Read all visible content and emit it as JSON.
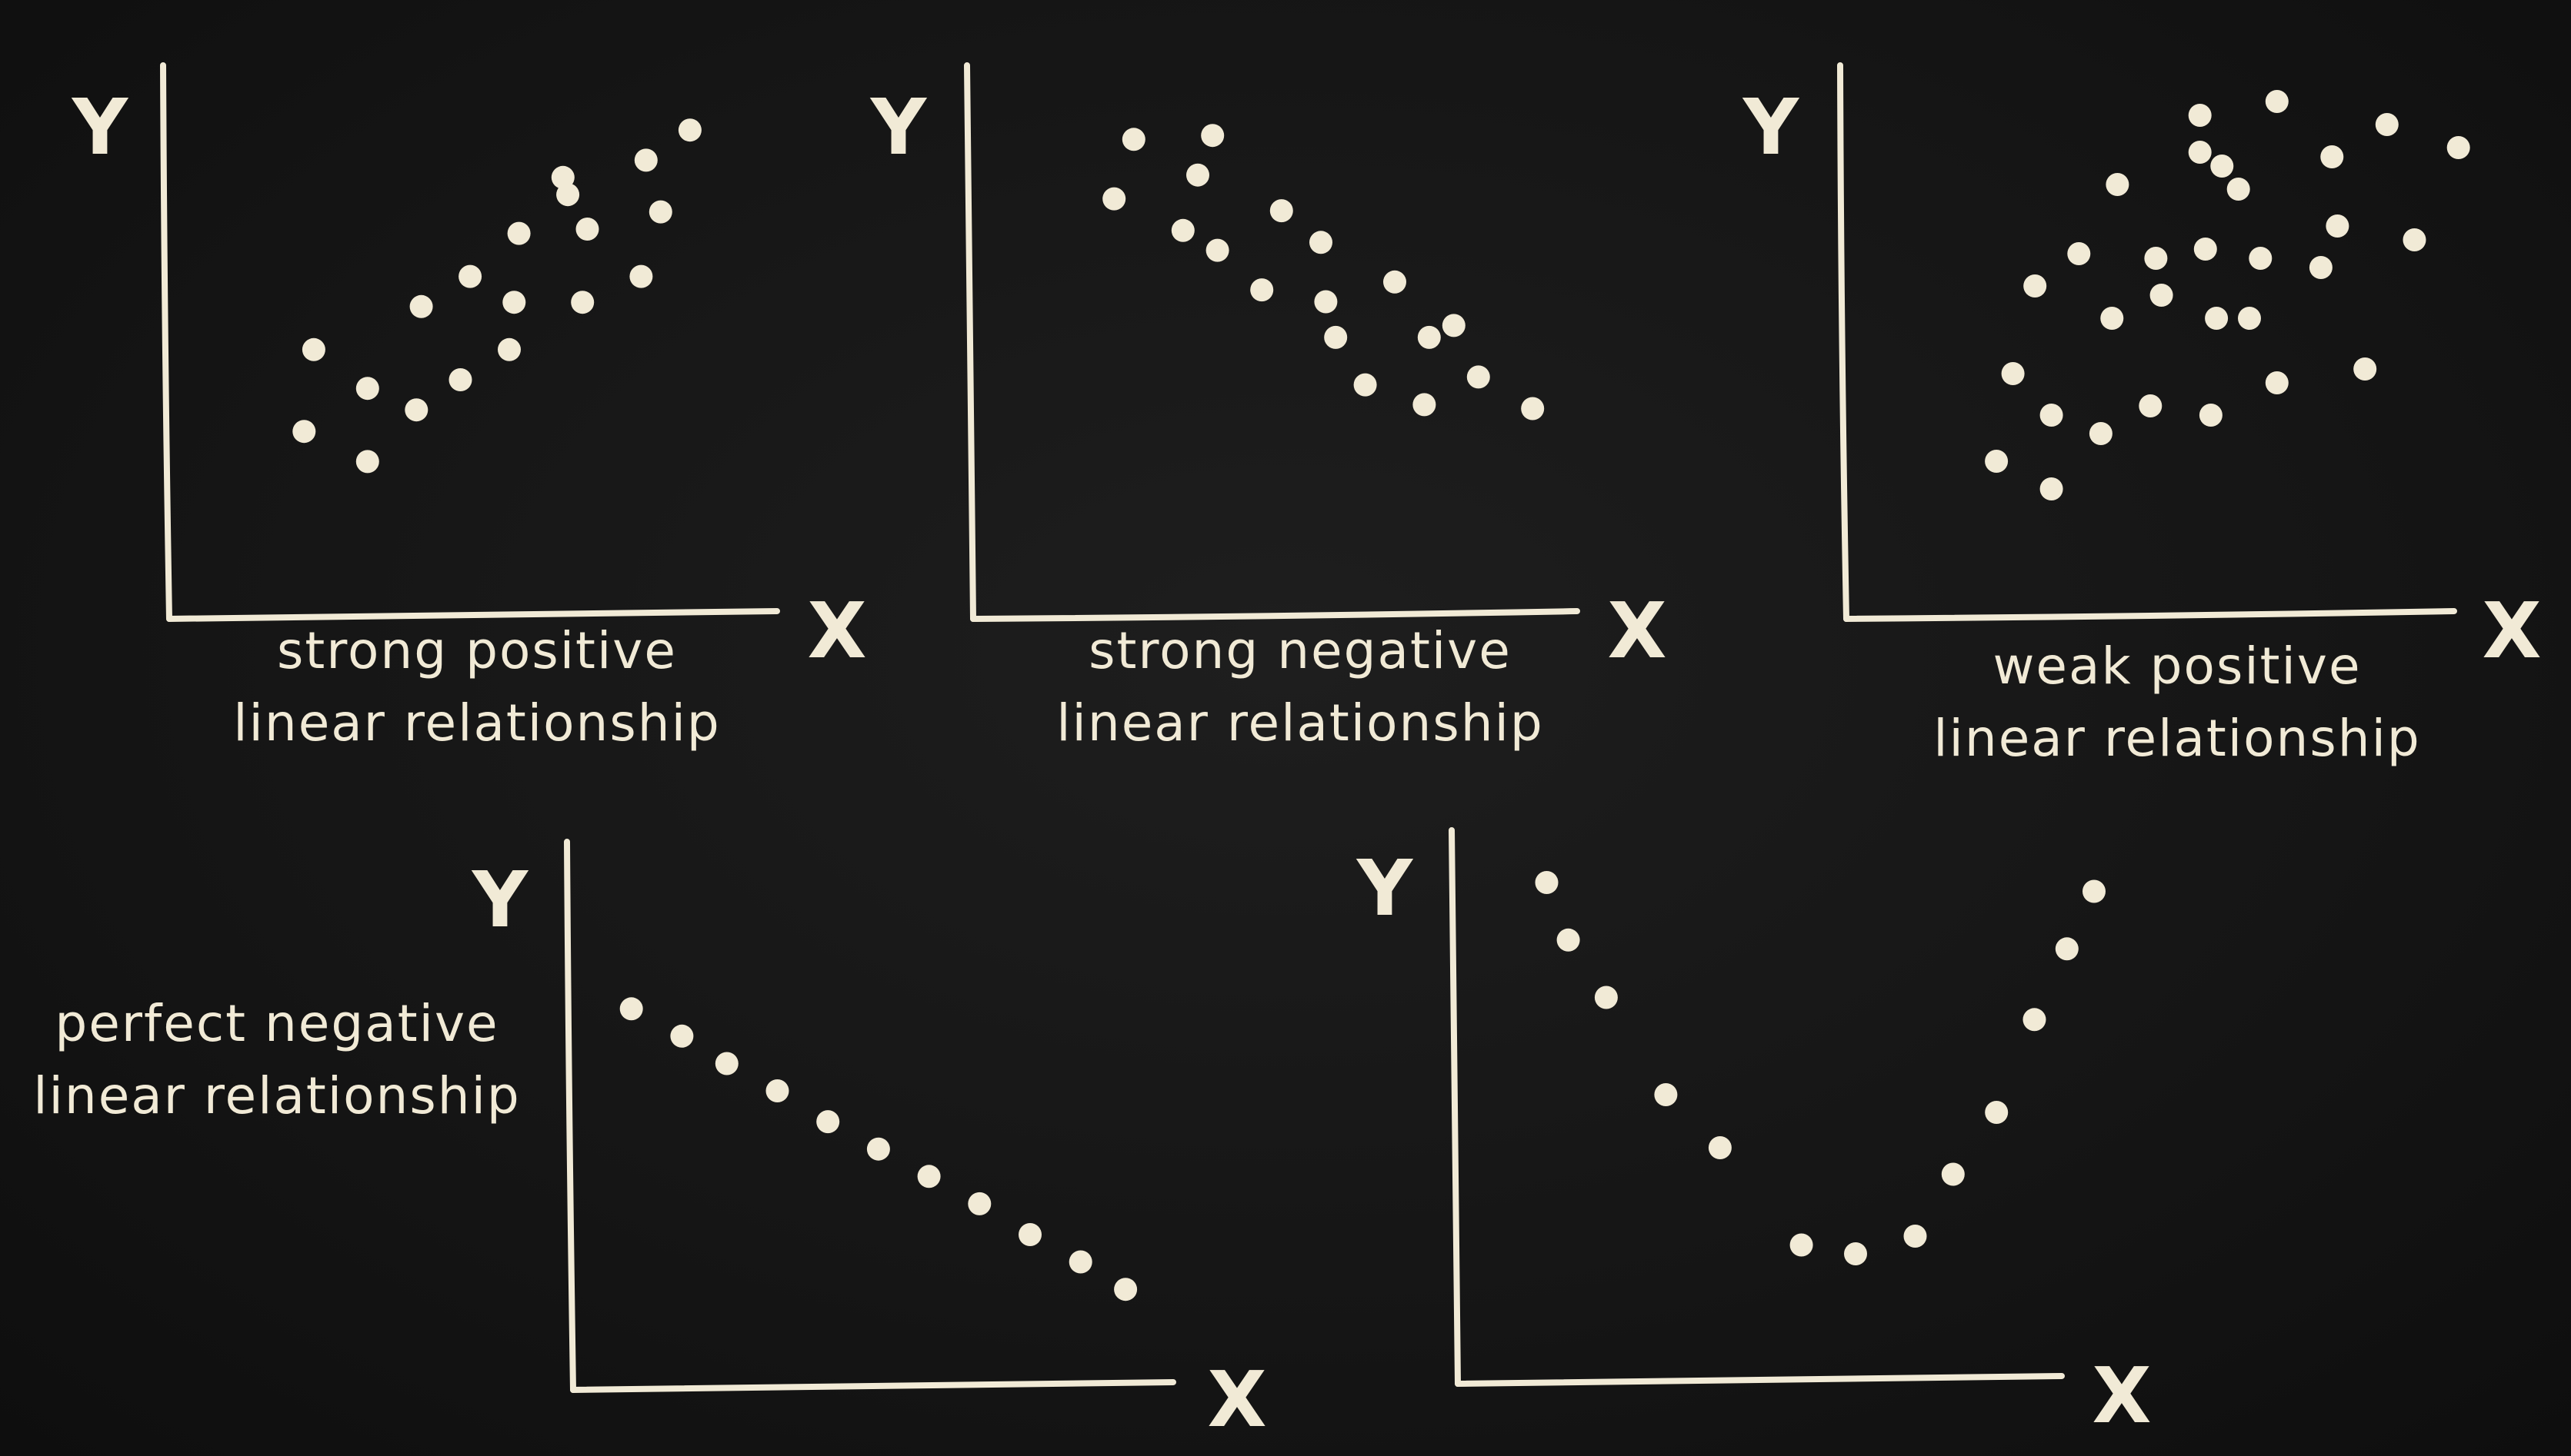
{
  "colors": {
    "background": "#151515",
    "chalk": "#f1ead6"
  },
  "chart_data": [
    {
      "type": "scatter",
      "title": "strong positive linear relationship",
      "title_lines": [
        "strong positive",
        "linear relationship"
      ],
      "xlabel": "X",
      "ylabel": "Y",
      "xlim": [
        0,
        100
      ],
      "ylim": [
        0,
        100
      ],
      "grid": false,
      "points": [
        [
          15,
          23
        ],
        [
          17,
          42
        ],
        [
          28,
          16
        ],
        [
          28,
          33
        ],
        [
          38,
          28
        ],
        [
          39,
          52
        ],
        [
          47,
          35
        ],
        [
          49,
          59
        ],
        [
          57,
          42
        ],
        [
          58,
          53
        ],
        [
          59,
          69
        ],
        [
          72,
          53
        ],
        [
          73,
          70
        ],
        [
          68,
          82
        ],
        [
          69,
          78
        ],
        [
          84,
          59
        ],
        [
          85,
          86
        ],
        [
          88,
          74
        ],
        [
          94,
          93
        ]
      ]
    },
    {
      "type": "scatter",
      "title": "strong negative linear relationship",
      "title_lines": [
        "strong negative",
        "linear relationship"
      ],
      "xlabel": "X",
      "ylabel": "Y",
      "xlim": [
        0,
        100
      ],
      "ylim": [
        0,
        100
      ],
      "grid": false,
      "points": [
        [
          17,
          91
        ],
        [
          13,
          76
        ],
        [
          33,
          92
        ],
        [
          27,
          68
        ],
        [
          30,
          82
        ],
        [
          34,
          63
        ],
        [
          47,
          73
        ],
        [
          43,
          53
        ],
        [
          55,
          65
        ],
        [
          56,
          50
        ],
        [
          58,
          41
        ],
        [
          70,
          55
        ],
        [
          64,
          29
        ],
        [
          77,
          41
        ],
        [
          82,
          44
        ],
        [
          76,
          24
        ],
        [
          87,
          31
        ],
        [
          98,
          23
        ]
      ]
    },
    {
      "type": "scatter",
      "title": "weak positive linear relationship",
      "title_lines": [
        "weak positive",
        "linear relationship"
      ],
      "xlabel": "X",
      "ylabel": "Y",
      "xlim": [
        0,
        100
      ],
      "ylim": [
        0,
        100
      ],
      "grid": false,
      "points": [
        [
          14,
          20
        ],
        [
          17,
          39
        ],
        [
          24,
          30
        ],
        [
          24,
          14
        ],
        [
          21,
          58
        ],
        [
          29,
          65
        ],
        [
          33,
          26
        ],
        [
          35,
          51
        ],
        [
          36,
          80
        ],
        [
          42,
          32
        ],
        [
          43,
          64
        ],
        [
          44,
          56
        ],
        [
          51,
          95
        ],
        [
          51,
          87
        ],
        [
          52,
          66
        ],
        [
          53,
          30
        ],
        [
          54,
          51
        ],
        [
          55,
          84
        ],
        [
          58,
          79
        ],
        [
          60,
          51
        ],
        [
          62,
          64
        ],
        [
          65,
          98
        ],
        [
          65,
          37
        ],
        [
          73,
          62
        ],
        [
          75,
          86
        ],
        [
          76,
          71
        ],
        [
          81,
          40
        ],
        [
          85,
          93
        ],
        [
          90,
          68
        ],
        [
          98,
          88
        ]
      ]
    },
    {
      "type": "scatter",
      "title": "perfect negative linear relationship",
      "title_lines": [
        "perfect negative",
        "linear relationship"
      ],
      "xlabel": "X",
      "ylabel": "Y",
      "xlim": [
        0,
        100
      ],
      "ylim": [
        0,
        100
      ],
      "grid": false,
      "points": [
        [
          9,
          95
        ],
        [
          18,
          87
        ],
        [
          26,
          79
        ],
        [
          35,
          71
        ],
        [
          44,
          62
        ],
        [
          53,
          54
        ],
        [
          62,
          46
        ],
        [
          71,
          38
        ],
        [
          80,
          29
        ],
        [
          89,
          21
        ],
        [
          97,
          13
        ]
      ]
    },
    {
      "type": "scatter",
      "title": "",
      "title_lines": [],
      "xlabel": "X",
      "ylabel": "Y",
      "xlim": [
        0,
        100
      ],
      "ylim": [
        0,
        100
      ],
      "grid": false,
      "points": [
        [
          10,
          96
        ],
        [
          14,
          83
        ],
        [
          21,
          70
        ],
        [
          32,
          48
        ],
        [
          42,
          36
        ],
        [
          57,
          14
        ],
        [
          67,
          12
        ],
        [
          78,
          16
        ],
        [
          85,
          30
        ],
        [
          93,
          44
        ],
        [
          100,
          65
        ],
        [
          106,
          81
        ],
        [
          111,
          94
        ]
      ]
    }
  ]
}
